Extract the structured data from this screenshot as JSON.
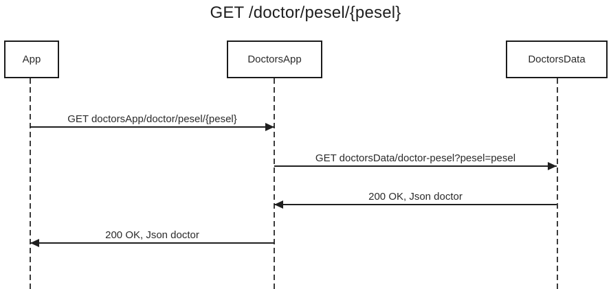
{
  "diagram": {
    "title": "GET /doctor/pesel/{pesel}",
    "actors": [
      {
        "label": "App"
      },
      {
        "label": "DoctorsApp"
      },
      {
        "label": "DoctorsData"
      }
    ],
    "messages": [
      {
        "label": "GET doctorsApp/doctor/pesel/{pesel}",
        "from": "App",
        "to": "DoctorsApp",
        "direction": "right"
      },
      {
        "label": "GET doctorsData/doctor-pesel?pesel=pesel",
        "from": "DoctorsApp",
        "to": "DoctorsData",
        "direction": "right"
      },
      {
        "label": "200 OK, Json doctor",
        "from": "DoctorsData",
        "to": "DoctorsApp",
        "direction": "left"
      },
      {
        "label": "200 OK, Json doctor",
        "from": "DoctorsApp",
        "to": "App",
        "direction": "left"
      }
    ],
    "colors": {
      "line": "#1f1f1f",
      "text": "#2a2a2a",
      "background": "#ffffff"
    }
  }
}
